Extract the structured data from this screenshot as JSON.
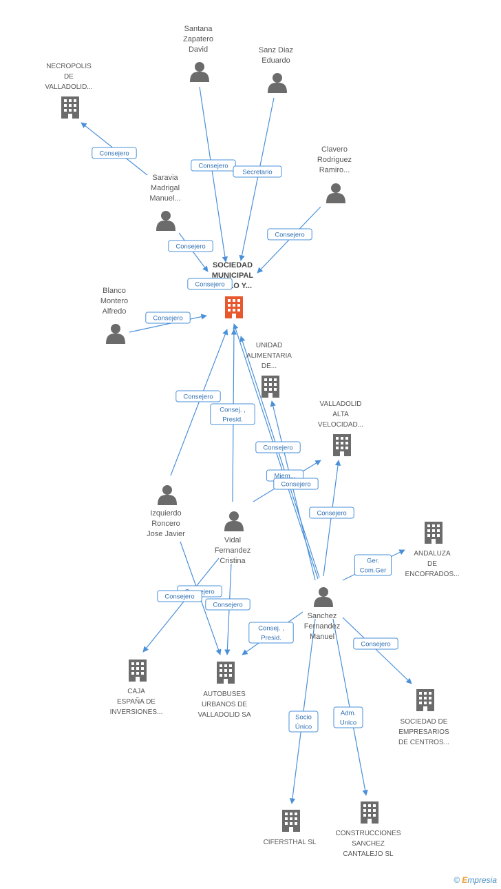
{
  "colors": {
    "accent": "#4a90d9",
    "node_gray": "#6b6b6b",
    "main_company": "#e8582e",
    "text": "#555555"
  },
  "nodes": [
    {
      "id": "main",
      "type": "company",
      "main": true,
      "lines": [
        "SOCIEDAD",
        "MUNICIPAL",
        "SUELO Y..."
      ]
    },
    {
      "id": "necropolis",
      "type": "company",
      "lines": [
        "NECROPOLIS",
        "DE",
        "VALLADOLID..."
      ]
    },
    {
      "id": "santana",
      "type": "person",
      "lines": [
        "Santana",
        "Zapatero",
        "David"
      ]
    },
    {
      "id": "sanz",
      "type": "person",
      "lines": [
        "Sanz Diaz",
        "Eduardo"
      ]
    },
    {
      "id": "clavero",
      "type": "person",
      "lines": [
        "Clavero",
        "Rodriguez",
        "Ramiro..."
      ]
    },
    {
      "id": "saravia",
      "type": "person",
      "lines": [
        "Saravia",
        "Madrigal",
        "Manuel..."
      ]
    },
    {
      "id": "blanco",
      "type": "person",
      "lines": [
        "Blanco",
        "Montero",
        "Alfredo"
      ]
    },
    {
      "id": "unidad",
      "type": "company",
      "lines": [
        "UNIDAD",
        "ALIMENTARIA",
        "DE..."
      ]
    },
    {
      "id": "valladolid_av",
      "type": "company",
      "lines": [
        "VALLADOLID",
        "ALTA",
        "VELOCIDAD..."
      ]
    },
    {
      "id": "andaluza",
      "type": "company",
      "lines": [
        "ANDALUZA",
        "DE",
        "ENCOFRADOS..."
      ]
    },
    {
      "id": "izquierdo",
      "type": "person",
      "lines": [
        "Izquierdo",
        "Roncero",
        "Jose Javier"
      ]
    },
    {
      "id": "vidal",
      "type": "person",
      "lines": [
        "Vidal",
        "Fernandez",
        "Cristina"
      ]
    },
    {
      "id": "sanchez",
      "type": "person",
      "lines": [
        "Sanchez",
        "Fernandez",
        "Manuel"
      ]
    },
    {
      "id": "caja",
      "type": "company",
      "lines": [
        "CAJA",
        "ESPAÑA DE",
        "INVERSIONES..."
      ]
    },
    {
      "id": "autobuses",
      "type": "company",
      "lines": [
        "AUTOBUSES",
        "URBANOS DE",
        "VALLADOLID SA"
      ]
    },
    {
      "id": "sociedad_emp",
      "type": "company",
      "lines": [
        "SOCIEDAD DE",
        "EMPRESARIOS",
        "DE CENTROS..."
      ]
    },
    {
      "id": "cifersthal",
      "type": "company",
      "lines": [
        "CIFERSTHAL SL"
      ]
    },
    {
      "id": "construcciones",
      "type": "company",
      "lines": [
        "CONSTRUCCIONES",
        "SANCHEZ",
        "CANTALEJO SL"
      ]
    }
  ],
  "edges": [
    {
      "from": "saravia",
      "to": "necropolis",
      "label": [
        "Consejero"
      ]
    },
    {
      "from": "santana",
      "to": "main",
      "label": [
        "Consejero"
      ]
    },
    {
      "from": "sanz",
      "to": "main",
      "label": [
        "Secretario"
      ]
    },
    {
      "from": "clavero",
      "to": "main",
      "label": [
        "Consejero"
      ]
    },
    {
      "from": "saravia",
      "to": "main",
      "label": [
        "Consejero"
      ]
    },
    {
      "from": "blanco",
      "to": "main",
      "label": [
        "Consejero"
      ]
    },
    {
      "from": "sanchez",
      "to": "main",
      "label": [
        "Consejero"
      ]
    },
    {
      "from": "izquierdo",
      "to": "main",
      "label": [
        "Consejero"
      ]
    },
    {
      "from": "vidal",
      "to": "main",
      "label": [
        "Consej. ,",
        "Presid."
      ]
    },
    {
      "from": "sanchez",
      "to": "unidad",
      "label": [
        "Consejero"
      ]
    },
    {
      "from": "vidal",
      "to": "valladolid_av",
      "label": [
        "Miem..."
      ]
    },
    {
      "from": "sanchez",
      "to": "valladolid_av",
      "label": [
        "Consejero"
      ]
    },
    {
      "from": "sanchez",
      "to": "main",
      "label": [
        "Consejero"
      ]
    },
    {
      "from": "sanchez",
      "to": "andaluza",
      "label": [
        "Ger.",
        "Com.Ger"
      ]
    },
    {
      "from": "izquierdo",
      "to": "autobuses",
      "label": [
        "Consejero"
      ]
    },
    {
      "from": "vidal",
      "to": "caja",
      "label": [
        "Consejero"
      ]
    },
    {
      "from": "vidal",
      "to": "autobuses",
      "label": [
        "Consejero"
      ]
    },
    {
      "from": "sanchez",
      "to": "autobuses",
      "label": [
        "Consej. ,",
        "Presid."
      ]
    },
    {
      "from": "sanchez",
      "to": "sociedad_emp",
      "label": [
        "Consejero"
      ]
    },
    {
      "from": "sanchez",
      "to": "cifersthal",
      "label": [
        "Socio",
        "Único"
      ]
    },
    {
      "from": "sanchez",
      "to": "construcciones",
      "label": [
        "Adm.",
        "Unico"
      ]
    }
  ],
  "brand": {
    "copyright": "©",
    "name": "mpresia",
    "initial": "E"
  }
}
